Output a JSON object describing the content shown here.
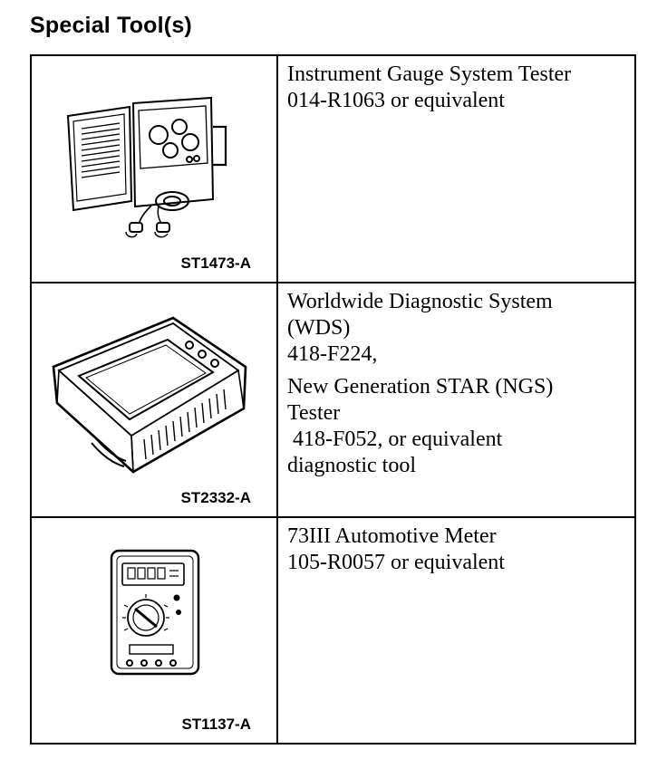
{
  "page": {
    "title": "Special Tool(s)"
  },
  "tools": [
    {
      "code": "ST1473-A",
      "icon": "gauge-tester-icon",
      "lines": [
        "Instrument Gauge System Tester",
        "014-R1063 or equivalent"
      ]
    },
    {
      "code": "ST2332-A",
      "icon": "diagnostic-tablet-icon",
      "lines": [
        "Worldwide Diagnostic System",
        "(WDS)",
        "418-F224,",
        "New Generation STAR (NGS)",
        "Tester",
        " 418-F052, or equivalent",
        "diagnostic tool"
      ]
    },
    {
      "code": "ST1137-A",
      "icon": "multimeter-icon",
      "lines": [
        "73III Automotive Meter",
        "105-R0057 or equivalent"
      ]
    }
  ]
}
